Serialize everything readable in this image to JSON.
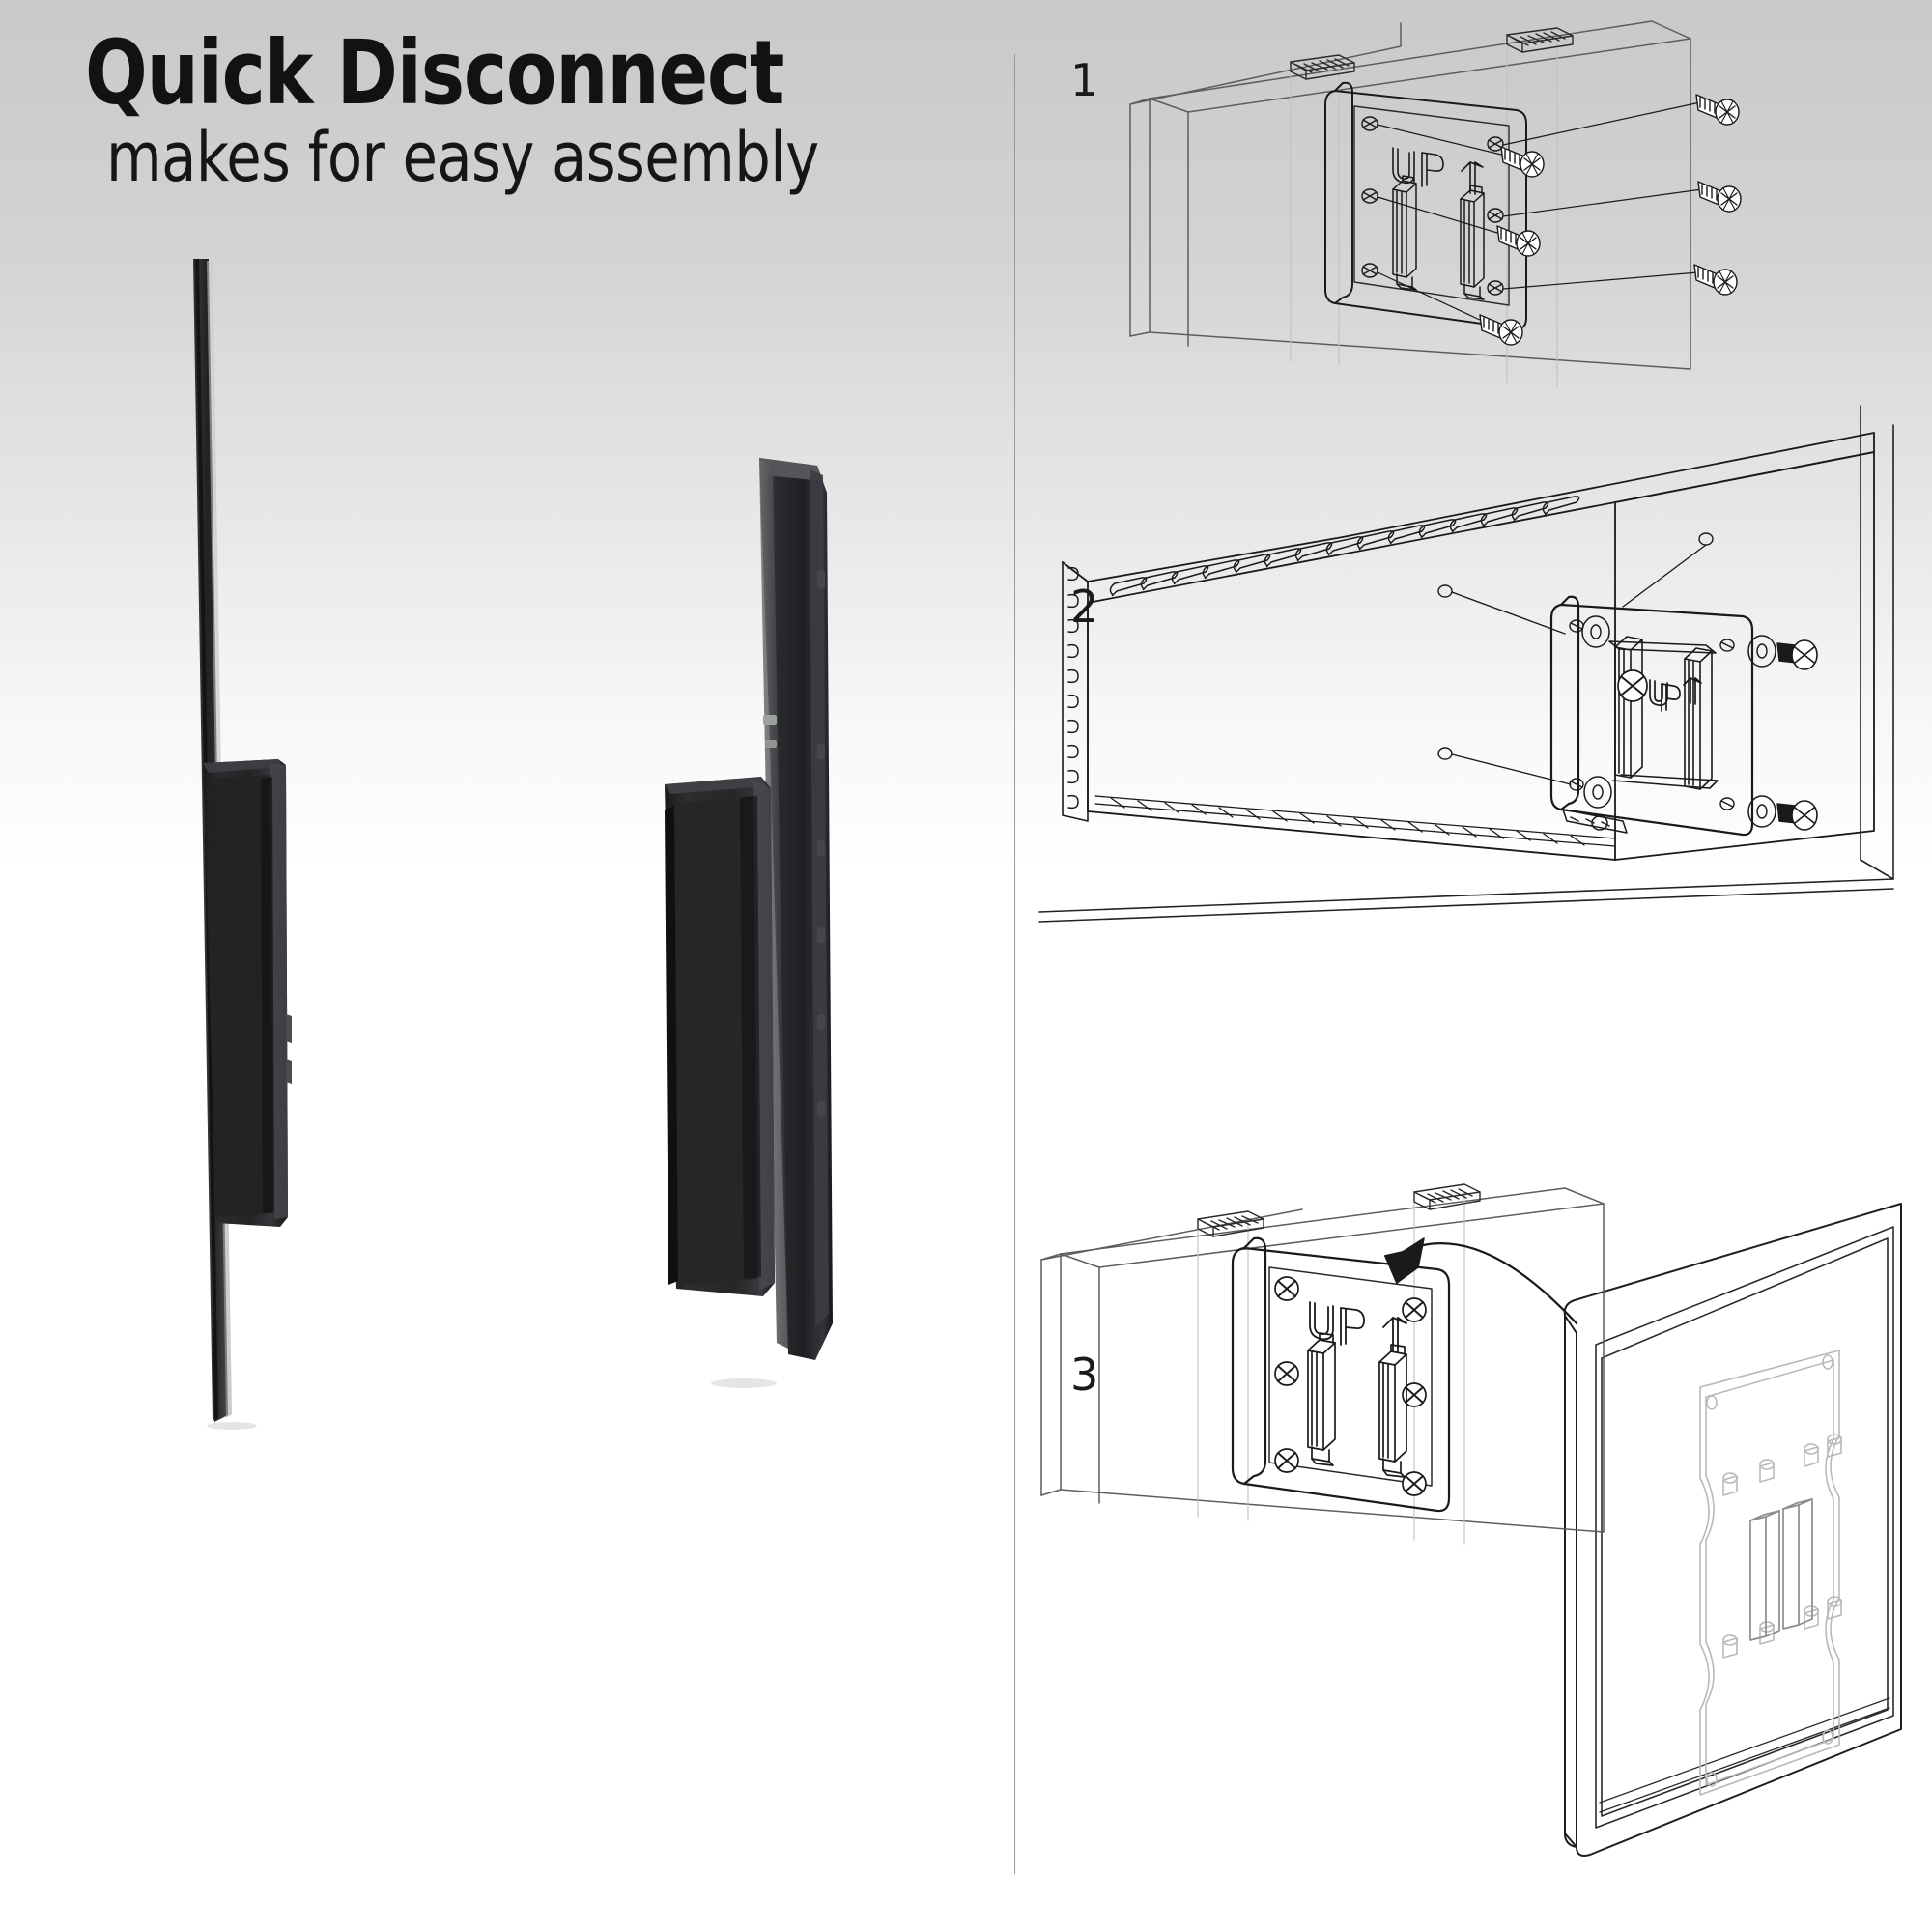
{
  "headline": {
    "line1": "Quick Disconnect",
    "line2": "makes for easy assembly"
  },
  "colors": {
    "background_top": "#c9c9c9",
    "background_bottom": "#ffffff",
    "text": "#121212",
    "divider": "#9a9a9a",
    "line_art_stroke": "#1a1a1a",
    "line_art_ghost": "#b9b9b9",
    "product_black": "#262626",
    "product_black_dark": "#161616"
  },
  "divider": {
    "label": "vertical-section-divider"
  },
  "steps": [
    {
      "number": "1",
      "name": "attach-wall-plate-to-wall",
      "plate_marking": "UP",
      "plate_marking_arrow": "↑",
      "screw_count": 4,
      "rail_count": 2,
      "hole_count": 6,
      "description_visual": "quick-disconnect wall plate mounted to wall with four screws"
    },
    {
      "number": "2",
      "name": "attach-adapter-plate-to-tv-back",
      "plate_marking": "UP",
      "plate_marking_arrow": "↑",
      "screw_count": 4,
      "washer_count": 4,
      "rail_count": 2,
      "description_visual": "VESA adapter plate bolted to rear of vented television with screws and washers"
    },
    {
      "number": "3",
      "name": "hang-tv-onto-wall-plate",
      "plate_marking": "UP",
      "plate_marking_arrow": "↑",
      "screw_count": 6,
      "rail_count": 2,
      "arrow": "curved-drop-arrow",
      "description_visual": "television with adapter plate slides down onto mounted wall plate"
    }
  ],
  "photos": [
    {
      "name": "wall-plate-side-profile",
      "caption": "",
      "description_visual": "thin black wall plate seen edge-on with quick-disconnect bracket attached"
    },
    {
      "name": "tv-with-bracket-side-profile",
      "caption": "",
      "description_visual": "television side profile with quick-disconnect bracket mounted flush to back"
    }
  ],
  "icons": {
    "up_arrow": "up-arrow-icon",
    "screw": "screw-icon",
    "washer": "washer-icon",
    "drop_arrow": "curved-drop-arrow-icon"
  }
}
